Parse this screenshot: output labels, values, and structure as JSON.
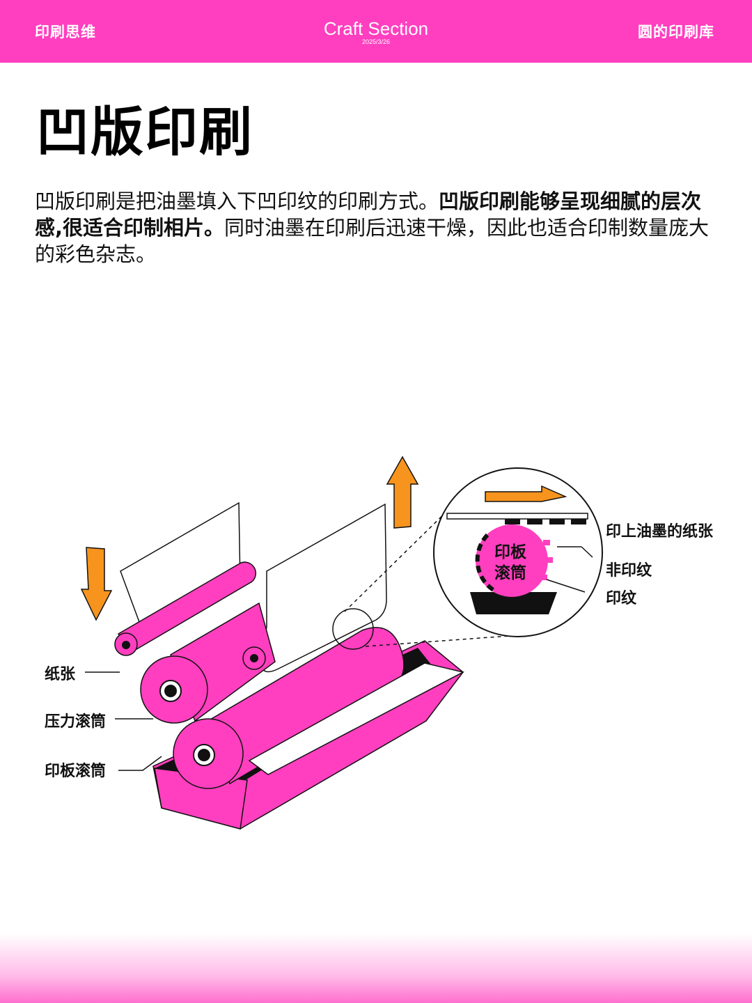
{
  "header": {
    "left_label": "印刷思维",
    "brand": "Craft Section",
    "date": "2025/3/26",
    "right_label": "圆的印刷库"
  },
  "title": "凹版印刷",
  "intro": {
    "part1": "凹版印刷是把油墨填入下凹印纹的印刷方式。",
    "bold": "凹版印刷能够呈现细腻的层次感,很适合印制相片。",
    "part2": "同时油墨在印刷后迅速干燥，因此也适合印制数量庞大的彩色杂志。"
  },
  "diagram": {
    "labels": {
      "paper": "纸张",
      "pressure_roller": "压力滚筒",
      "plate_roller": "印板滚筒"
    },
    "detail": {
      "roller_line1": "印板",
      "roller_line2": "滚筒",
      "inked_paper": "印上油墨的纸张",
      "non_image": "非印纹",
      "image": "印纹"
    }
  },
  "colors": {
    "accent_magenta": "#ff3fbf",
    "arrow_orange": "#f7941d",
    "ink_black": "#111111"
  },
  "icons": [
    "arrow-down-icon",
    "arrow-up-icon",
    "arrow-right-icon"
  ]
}
